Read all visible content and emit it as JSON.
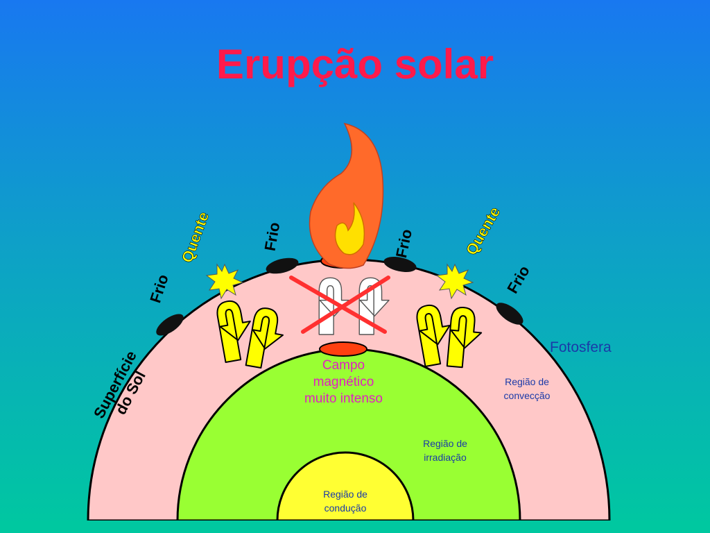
{
  "title": "Erupção solar",
  "labels": {
    "hot_left": "Quente",
    "hot_right": "Quente",
    "cold_1": "Frio",
    "cold_2": "Frio",
    "cold_3": "Frio",
    "cold_4": "Frio",
    "photosphere": "Fotosfera",
    "surface_line1": "Superfície",
    "surface_line2": "do Sol",
    "magnetic_line1": "Campo",
    "magnetic_line2": "magnético",
    "magnetic_line3": "muito intenso",
    "convection_line1": "Região de",
    "convection_line2": "convecção",
    "radiation_line1": "Região de",
    "radiation_line2": "irradiação",
    "conduction_line1": "Região de",
    "conduction_line2": "condução"
  },
  "colors": {
    "title": "#ff1a4a",
    "convection_zone": "#ffc8c8",
    "radiation_zone": "#99ff33",
    "conduction_zone": "#ffff33",
    "hot_text": "#ffff00",
    "magnetic_text": "#e020c0",
    "region_text": "#1a3aa8",
    "flame_outer": "#ff6a2a",
    "flame_inner": "#ffe000",
    "cross": "#ff3030"
  },
  "icons": [
    "sunspot-icon",
    "explosion-icon",
    "flame-icon",
    "convection-arrow-icon",
    "cross-icon"
  ]
}
